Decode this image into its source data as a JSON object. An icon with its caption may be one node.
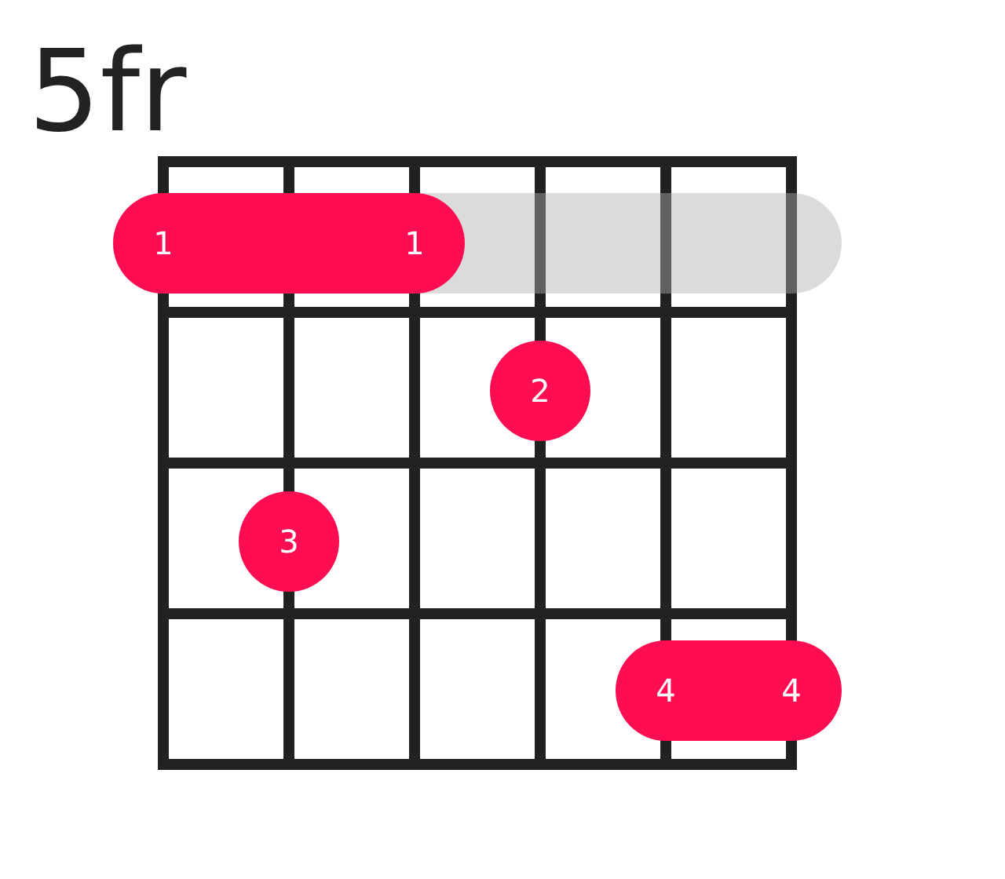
{
  "diagram": {
    "nodes": [
      {
        "text": [],
        "shape": "bar"
      },
      {
        "text": [
          "1",
          "1"
        ],
        "in": 0
      },
      {
        "text": [
          "2"
        ]
      },
      {
        "text": [
          "3"
        ]
      },
      {
        "text": [
          "4",
          "4"
        ]
      }
    ],
    "edges": [],
    "labels": [
      "5fr"
    ]
  }
}
